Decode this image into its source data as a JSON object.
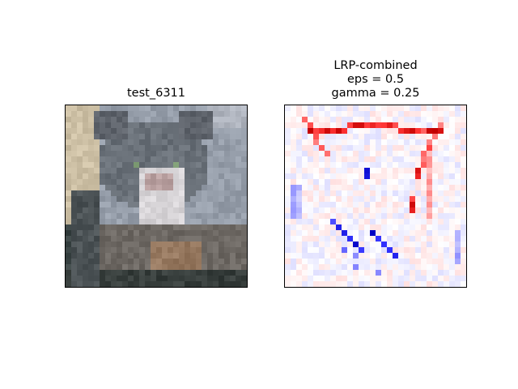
{
  "figure": {
    "left_panel": {
      "title": "test_6311",
      "image": "cifar-cat-photo",
      "colormap": "rgb"
    },
    "right_panel": {
      "title_lines": [
        "LRP-combined",
        "eps = 0.5",
        "gamma = 0.25"
      ],
      "image": "relevance-heatmap",
      "colormap": "bwr",
      "colors": {
        "positive": "#ff0000",
        "negative": "#0000ff",
        "zero": "#ffffff"
      }
    }
  }
}
